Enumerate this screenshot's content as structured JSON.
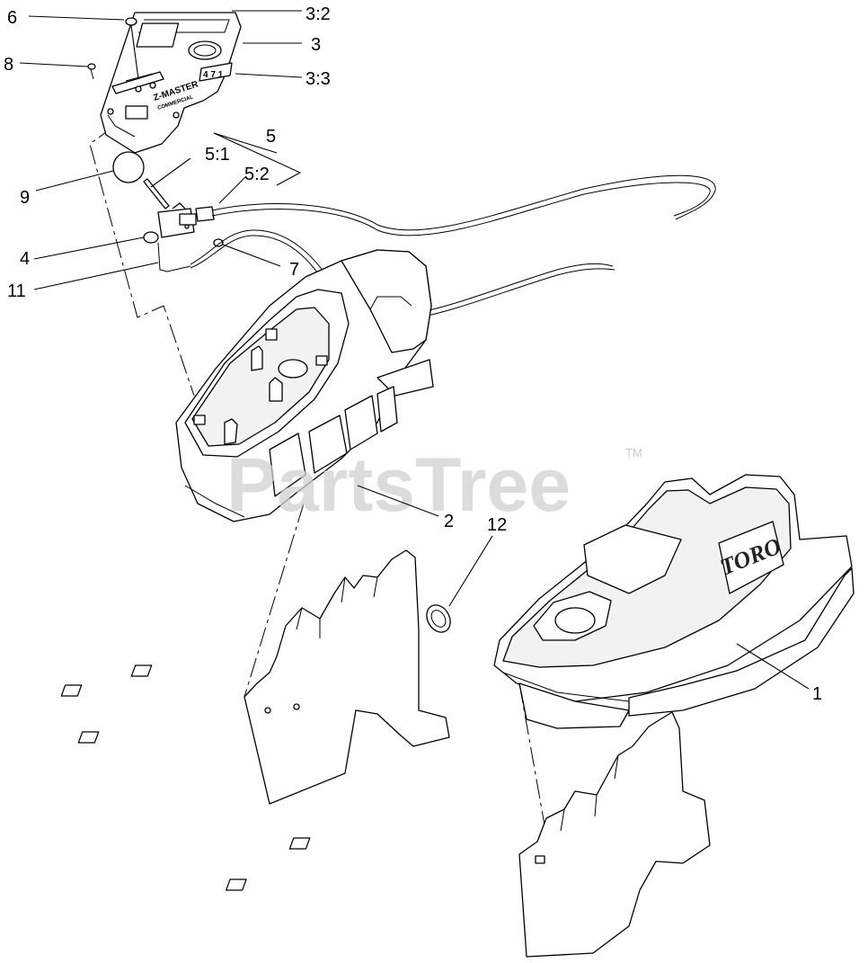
{
  "diagram": {
    "callouts": [
      {
        "id": "c6",
        "text": "6"
      },
      {
        "id": "c32",
        "text": "3:2"
      },
      {
        "id": "c3",
        "text": "3"
      },
      {
        "id": "c8",
        "text": "8"
      },
      {
        "id": "c33",
        "text": "3:3"
      },
      {
        "id": "c5",
        "text": "5"
      },
      {
        "id": "c51",
        "text": "5:1"
      },
      {
        "id": "c52",
        "text": "5:2"
      },
      {
        "id": "c9",
        "text": "9"
      },
      {
        "id": "c4",
        "text": "4"
      },
      {
        "id": "c7",
        "text": "7"
      },
      {
        "id": "c11",
        "text": "11"
      },
      {
        "id": "c2",
        "text": "2"
      },
      {
        "id": "c12",
        "text": "12"
      },
      {
        "id": "c1",
        "text": "1"
      }
    ],
    "watermark": {
      "text": "PartsTree",
      "trademark": "TM"
    },
    "brand_logo": "TORO",
    "decal_text": "Z-MASTER",
    "decal_text_2": "COMMERCIAL"
  }
}
